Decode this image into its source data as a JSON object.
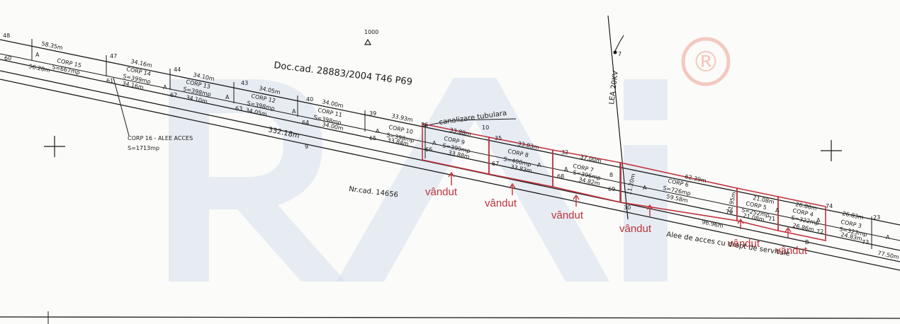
{
  "colors": {
    "sold": "#c0333c",
    "ink": "#1a1a1a",
    "watermark": "#d7e0ee",
    "logo": "#f3c9bf",
    "paper": "#fbfbf9"
  },
  "watermark": {
    "text": "RAi",
    "trademark": "®"
  },
  "annotations": {
    "doc_cad": "Doc.cad. 28883/2004 T46 P69",
    "nr_cad": "Nr.cad. 14656",
    "lea": "LEA 20KV",
    "canalizare": "canalizare tubulara",
    "alee": "Alee de acces cu drept de servitule",
    "corp16_name": "CORP 16 - ALEE ACCES",
    "corp16_area": "S=1713mp",
    "point_1000": "1000"
  },
  "sold_label": "vândut",
  "corps": [
    {
      "name": "CORP 15",
      "area": "S=667mp",
      "sold": false
    },
    {
      "name": "CORP 14",
      "area": "S=399mp",
      "sold": false
    },
    {
      "name": "CORP 13",
      "area": "S=398mp",
      "sold": false
    },
    {
      "name": "CORP 12",
      "area": "S=398mp",
      "sold": false
    },
    {
      "name": "CORP 11",
      "area": "S=398mp",
      "sold": false
    },
    {
      "name": "CORP 10",
      "area": "S=398mp",
      "sold": false
    },
    {
      "name": "CORP 9",
      "area": "S=399mp",
      "sold": true
    },
    {
      "name": "CORP 8",
      "area": "S=400mp",
      "sold": true
    },
    {
      "name": "CORP 7",
      "area": "S=396mp",
      "sold": true
    },
    {
      "name": "CORP 6",
      "area": "S=726mp",
      "sold": true
    },
    {
      "name": "CORP 5",
      "area": "S=252mp",
      "sold": true
    },
    {
      "name": "CORP 4",
      "area": "S=322mp",
      "sold": true
    },
    {
      "name": "CORP 3",
      "area": "S=323mp",
      "sold": false
    }
  ],
  "lengths": {
    "l1": "58.35m",
    "l2": "56.20m",
    "l3": "34.16m",
    "l4": "34.16m",
    "l5": "34.10m",
    "l6": "34.10m",
    "l7": "34.05m",
    "l8": "34.05m",
    "l9": "34.00m",
    "l10": "34.00m",
    "l11": "33.93m",
    "l12": "33.84m",
    "l13": "33.88m",
    "l14": "33.88m",
    "l15": "33.83m",
    "l16": "33.83m",
    "l17": "37.00m",
    "l18": "34.82m",
    "l19": "62.39m",
    "l20": "59.58m",
    "l21": "21.08m",
    "l22": "21.08m",
    "l23": "26.86m",
    "l24": "26.86m",
    "l25": "26.83m",
    "l26": "24.83m",
    "l27": "332.18m",
    "l28": "96.96m",
    "l29": "77.50m",
    "l30": "11.95m",
    "l31": "11.20m"
  },
  "points": {
    "p48": "48",
    "p47": "47",
    "p44": "44",
    "p43": "43",
    "p40": "40",
    "p39": "39",
    "p36": "36",
    "p35": "35",
    "p32": "32",
    "p10": "10",
    "p9": "9",
    "p7": "7",
    "p8": "8",
    "p30": "30",
    "p23": "23",
    "p60": "60",
    "p61": "61",
    "p62": "62",
    "p63": "63",
    "p64": "64",
    "p65": "65",
    "p66": "66",
    "p67": "67",
    "p68": "68",
    "p69": "69",
    "p70": "70",
    "p71": "71",
    "p72": "72",
    "p73": "73",
    "p74": "74",
    "pB": "B",
    "pA1": "A",
    "pA2": "A",
    "pA3": "A",
    "pA4": "A",
    "pA5": "A",
    "pA6": "A",
    "pA7": "A",
    "pA8": "A",
    "pA9": "A",
    "pA10": "A",
    "pA11": "A",
    "pA12": "A"
  }
}
